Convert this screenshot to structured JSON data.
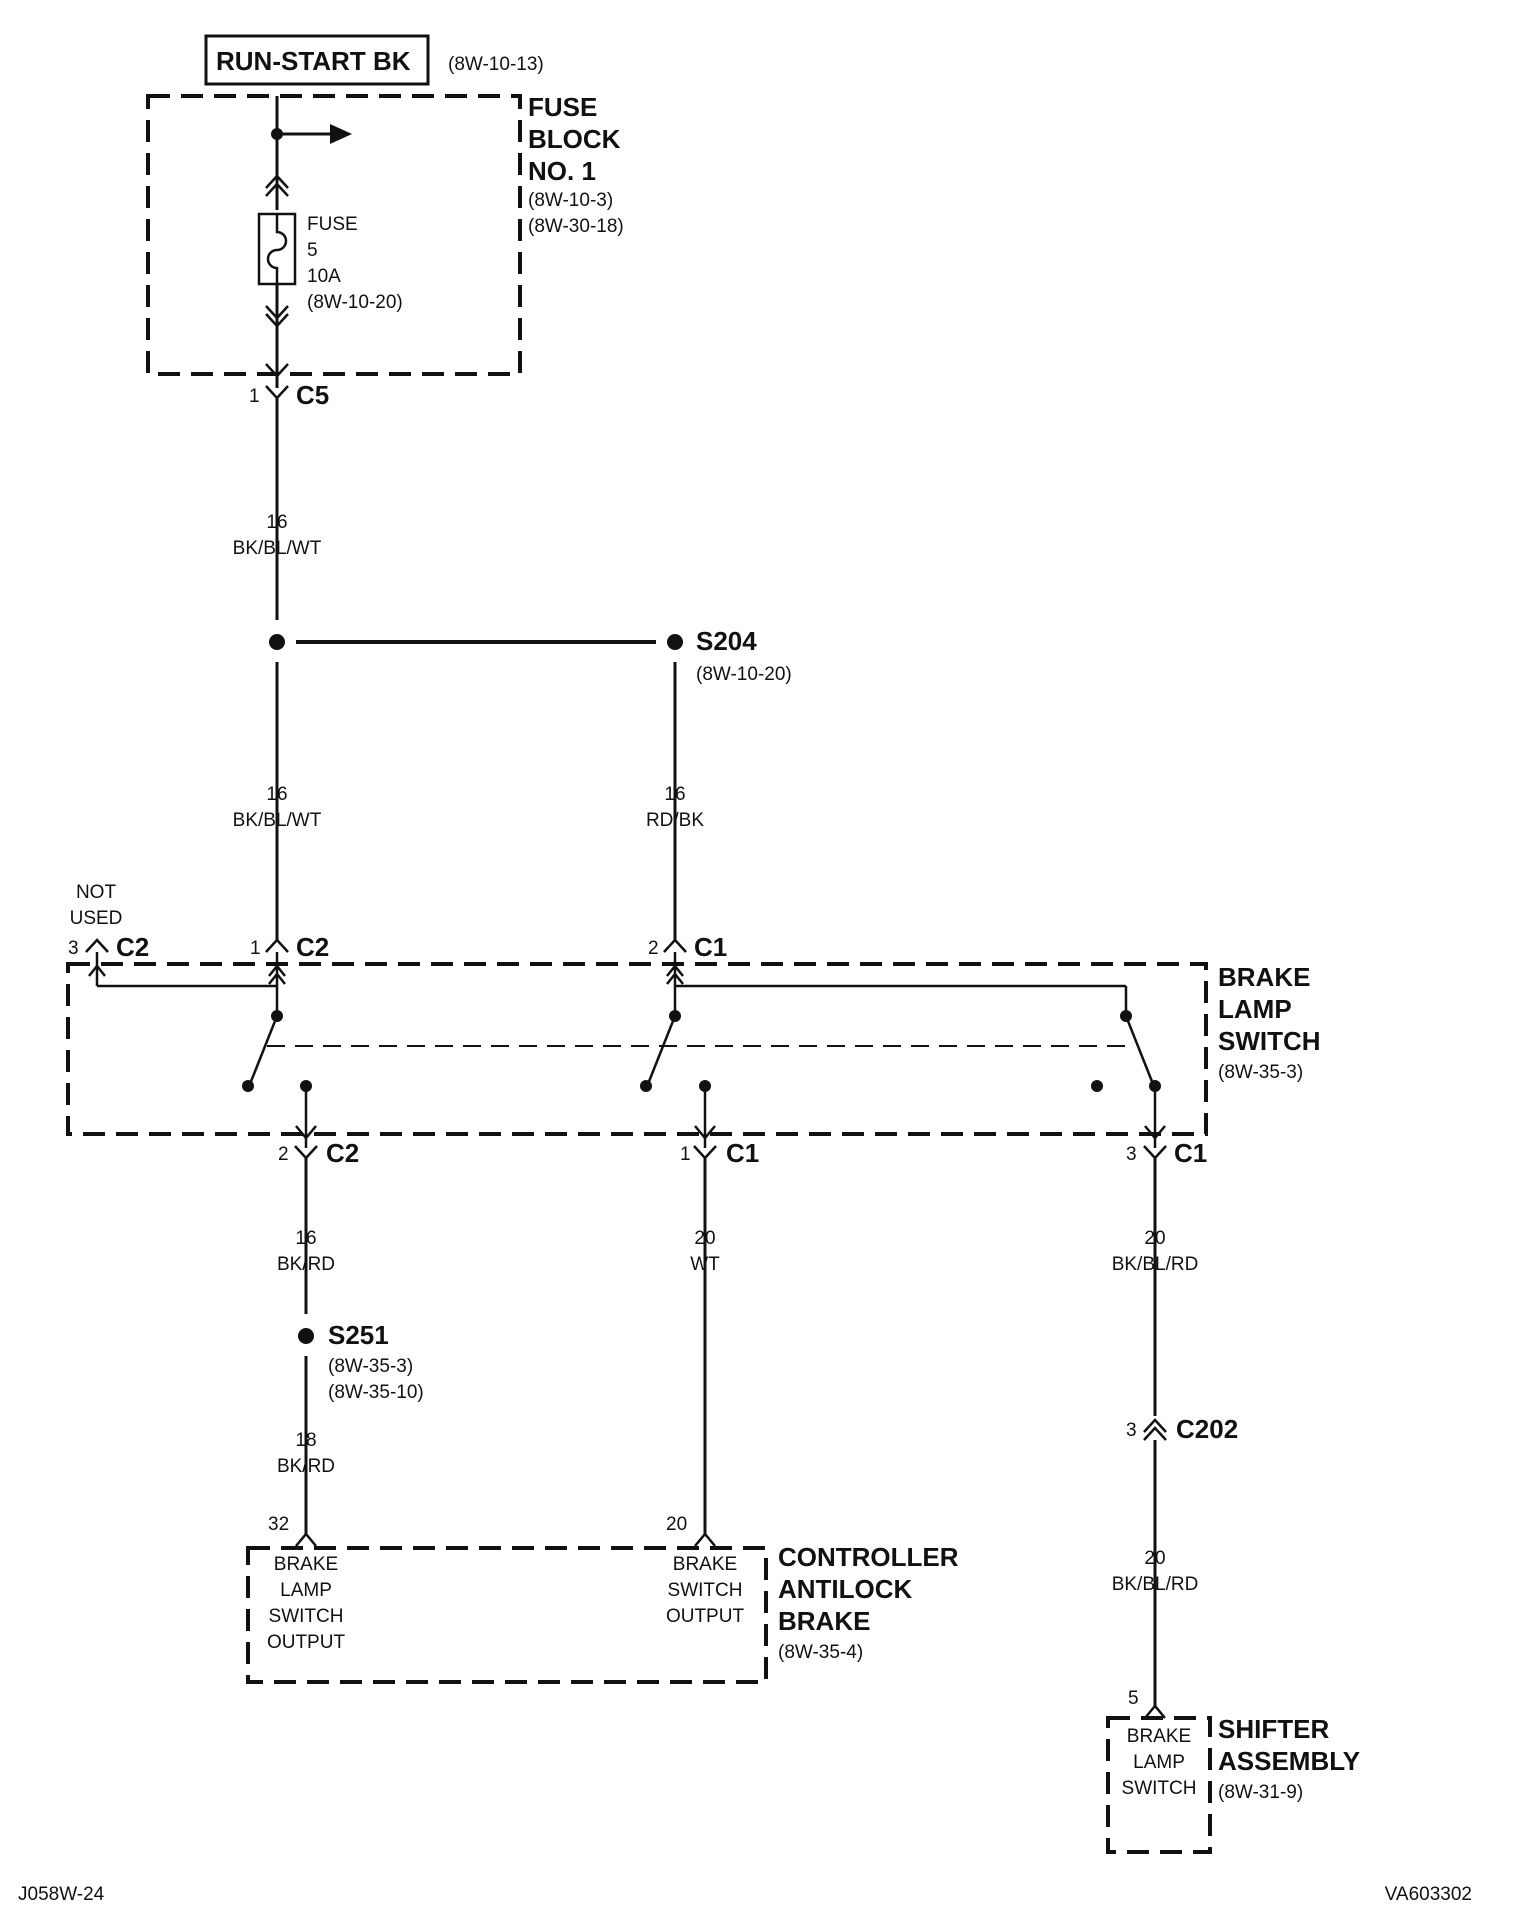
{
  "header": {
    "source_label": "RUN-START BK",
    "source_ref": "(8W-10-13)"
  },
  "fuse_block": {
    "title_lines": [
      "FUSE",
      "BLOCK",
      "NO. 1"
    ],
    "refs": [
      "(8W-10-3)",
      "(8W-30-18)"
    ],
    "fuse_lines": [
      "FUSE",
      "5",
      "10A",
      "(8W-10-20)"
    ]
  },
  "connectors": {
    "c5": {
      "pin": "1",
      "name": "C5"
    },
    "c2_notused": {
      "pin": "3",
      "name": "C2"
    },
    "c2_in": {
      "pin": "1",
      "name": "C2"
    },
    "c1_in": {
      "pin": "2",
      "name": "C1"
    },
    "c2_out": {
      "pin": "2",
      "name": "C2"
    },
    "c1_out1": {
      "pin": "1",
      "name": "C1"
    },
    "c1_out3": {
      "pin": "3",
      "name": "C1"
    },
    "c202": {
      "pin": "3",
      "name": "C202"
    },
    "cab_32": {
      "pin": "32"
    },
    "cab_20": {
      "pin": "20"
    },
    "shifter_5": {
      "pin": "5"
    }
  },
  "not_used": [
    "NOT",
    "USED"
  ],
  "wires": {
    "w1": {
      "gauge": "16",
      "color": "BK/BL/WT"
    },
    "w2": {
      "gauge": "16",
      "color": "BK/BL/WT"
    },
    "w3": {
      "gauge": "16",
      "color": "RD/BK"
    },
    "w4": {
      "gauge": "16",
      "color": "BK/RD"
    },
    "w5": {
      "gauge": "18",
      "color": "BK/RD"
    },
    "w6": {
      "gauge": "20",
      "color": "WT"
    },
    "w7": {
      "gauge": "20",
      "color": "BK/BL/RD"
    },
    "w8": {
      "gauge": "20",
      "color": "BK/BL/RD"
    }
  },
  "splices": {
    "s204": {
      "name": "S204",
      "refs": [
        "(8W-10-20)"
      ]
    },
    "s251": {
      "name": "S251",
      "refs": [
        "(8W-35-3)",
        "(8W-35-10)"
      ]
    }
  },
  "brake_lamp_switch": {
    "title_lines": [
      "BRAKE",
      "LAMP",
      "SWITCH"
    ],
    "refs": [
      "(8W-35-3)"
    ]
  },
  "controller": {
    "title_lines": [
      "CONTROLLER",
      "ANTILOCK",
      "BRAKE"
    ],
    "refs": [
      "(8W-35-4)"
    ],
    "pin32_label": [
      "BRAKE",
      "LAMP",
      "SWITCH",
      "OUTPUT"
    ],
    "pin20_label": [
      "BRAKE",
      "SWITCH",
      "OUTPUT"
    ]
  },
  "shifter": {
    "title_lines": [
      "SHIFTER",
      "ASSEMBLY"
    ],
    "refs": [
      "(8W-31-9)"
    ],
    "pin_label": [
      "BRAKE",
      "LAMP",
      "SWITCH"
    ]
  },
  "footer": {
    "left_code": "J058W-24",
    "right_code": "VA603302"
  }
}
